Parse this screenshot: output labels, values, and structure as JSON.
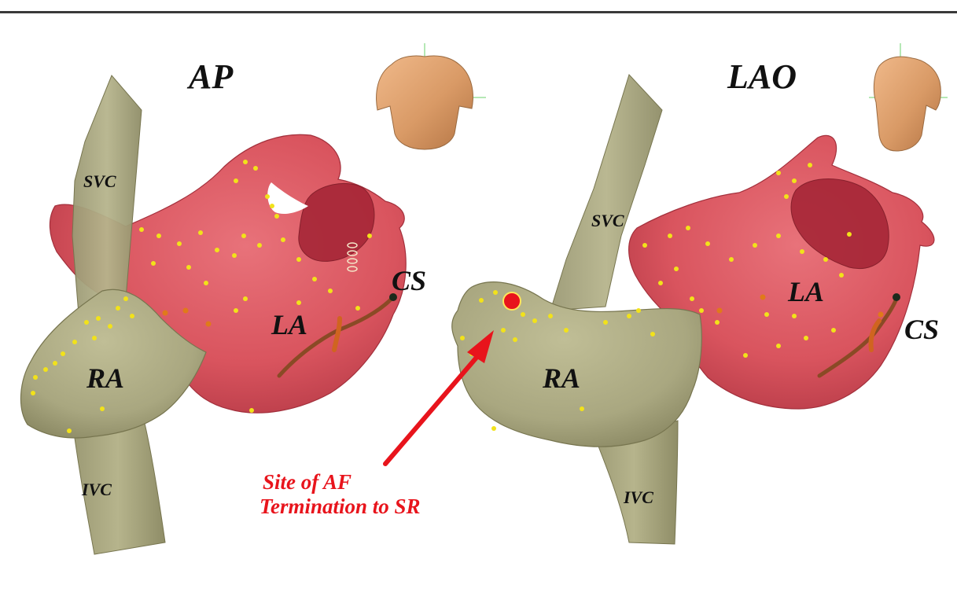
{
  "colors": {
    "left_atrium": "#d9545e",
    "left_atrium_dark": "#b23744",
    "appendage": "#a52636",
    "right_atrium": "#a9a780",
    "right_atrium_dark": "#8d8b64",
    "lesion_points": "#f2e21a",
    "termination_marker": "#e8141c",
    "annotation_text": "#e8141c",
    "catheter": "#8a4a25",
    "torso": "#d99a66"
  },
  "views": [
    {
      "title": "AP",
      "labels": {
        "svc": "SVC",
        "ra": "RA",
        "la": "LA",
        "cs": "CS",
        "ivc": "IVC"
      }
    },
    {
      "title": "LAO",
      "labels": {
        "svc": "SVC",
        "ra": "RA",
        "la": "LA",
        "cs": "CS",
        "ivc": "IVC"
      }
    }
  ],
  "annotation": {
    "line1": "Site of AF",
    "line2": "Termination to SR"
  }
}
